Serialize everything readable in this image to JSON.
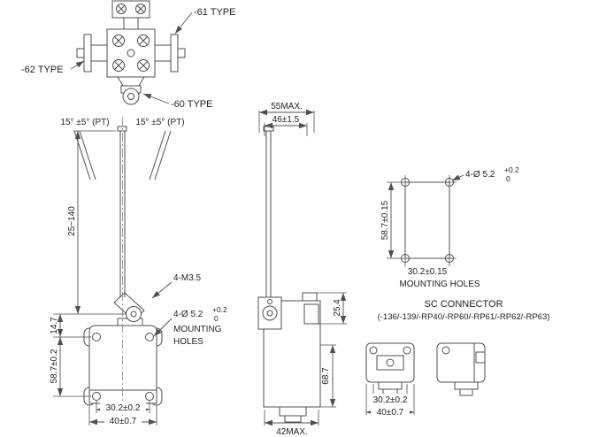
{
  "sheet": {
    "background": "#ffffff",
    "line_color": "#4f4f4f",
    "text_color": "#1f1f1f"
  },
  "top_view": {
    "type_61_label": "-61 TYPE",
    "type_62_label": "-62 TYPE",
    "type_60_label": "-60 TYPE"
  },
  "front_view": {
    "angle_left_label": "15° ±5° (PT)",
    "angle_right_label": "15° ±5° (PT)",
    "lever_range": "25~140",
    "screw_label": "4-M3.5",
    "hole_label": "4-Ø 5.2",
    "hole_tol_upper": "+0.2",
    "hole_tol_lower": "0",
    "mounting_word1": "MOUNTING",
    "mounting_word2": "HOLES",
    "dim_pivot_offset": "14.7",
    "dim_hole_span_v": "58.7±0.2",
    "dim_hole_span_h": "30.2±0.2",
    "dim_body_width": "40±0.7"
  },
  "side_view": {
    "dim_depth_max": "55MAX.",
    "dim_depth": "46±1.5",
    "dim_head_depth": "25.4",
    "dim_body_height": "68.7",
    "dim_bottom_max": "42MAX."
  },
  "mounting_view": {
    "hole_label": "4-Ø 5.2",
    "hole_tol_upper": "+0.2",
    "hole_tol_lower": "0",
    "dim_vertical": "58.7±0.15",
    "dim_horizontal": "30.2±0.15",
    "caption": "MOUNTING HOLES"
  },
  "sc_connector": {
    "title": "SC CONNECTOR",
    "models": "(-136/-139/-RP40/-RP60/-RP61/-RP62/-RP63)",
    "dim_hole_span": "30.2±0.2",
    "dim_body_width": "40±0.7"
  }
}
